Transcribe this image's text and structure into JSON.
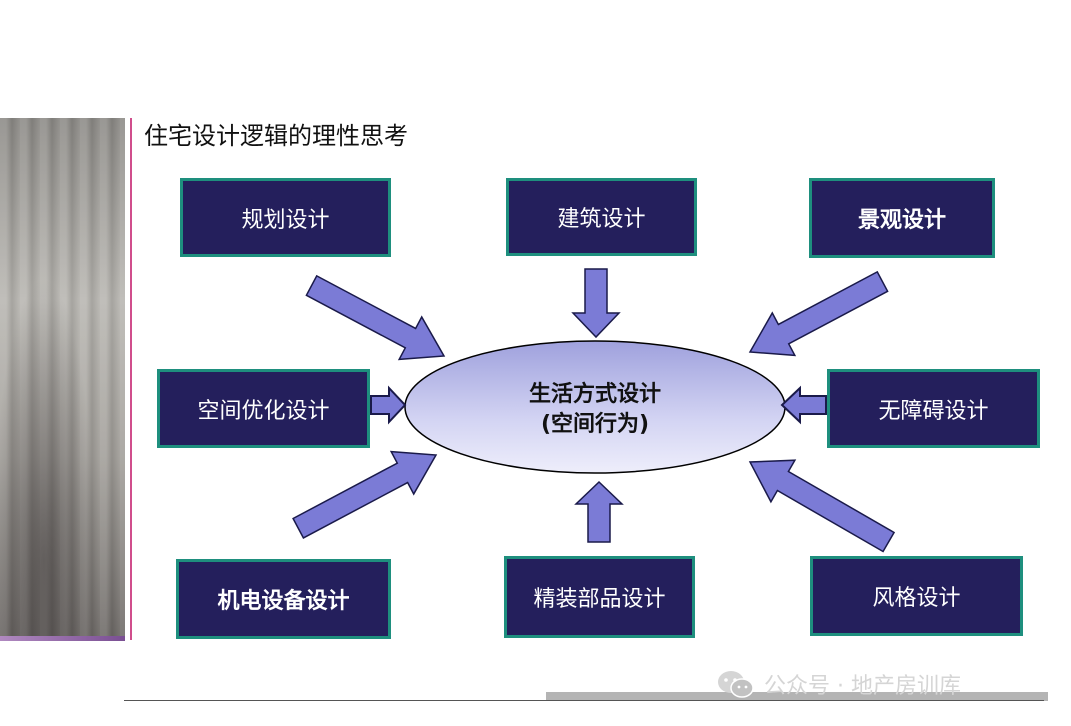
{
  "title": "住宅设计逻辑的理性思考",
  "center": {
    "line1": "生活方式设计",
    "line2": "(空间行为)"
  },
  "boxes": {
    "planning": "规划设计",
    "architecture": "建筑设计",
    "landscape": "景观设计",
    "space_optimization": "空间优化设计",
    "barrier_free": "无障碍设计",
    "mep": "机电设备设计",
    "fitout_parts": "精装部品设计",
    "style": "风格设计"
  },
  "watermark": "公众号 · 地产房训库",
  "colors": {
    "box_fill": "#241f5c",
    "box_border": "#1e8f7e",
    "arrow_fill": "#7b7bd6",
    "ellipse_fill": "#c7c8ef"
  }
}
